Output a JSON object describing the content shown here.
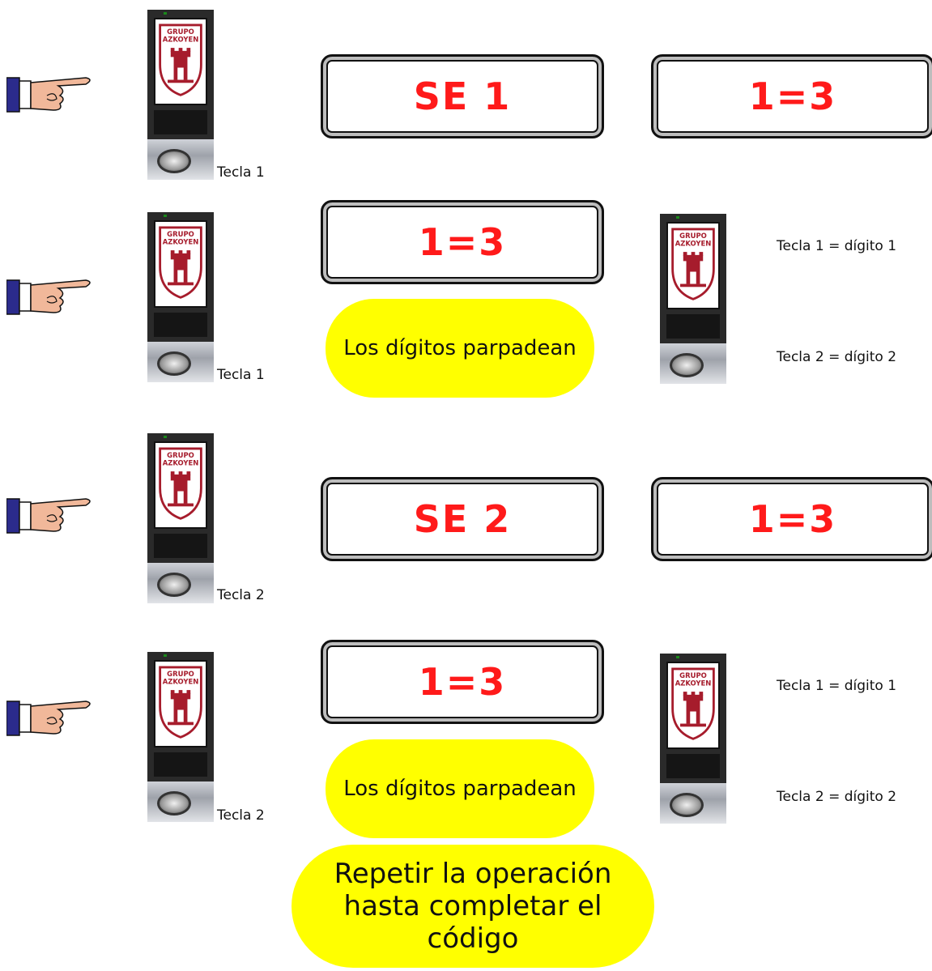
{
  "rows": [
    {
      "key_label": "Tecla 1",
      "display_main": "SE 1",
      "display_result": "1=3"
    },
    {
      "key_label": "Tecla 1",
      "display_main": "1=3",
      "note": "Los dígitos parpadean",
      "legend_1": "Tecla 1 = dígito 1",
      "legend_2": "Tecla 2 = dígito 2"
    },
    {
      "key_label": "Tecla 2",
      "display_main": "SE 2",
      "display_result": "1=3"
    },
    {
      "key_label": "Tecla 2",
      "display_main": "1=3",
      "note": "Los dígitos parpadean",
      "legend_1": "Tecla 1 = dígito 1",
      "legend_2": "Tecla 2 = dígito 2"
    }
  ],
  "final_note": "Repetir la operación hasta completar el código",
  "brand": {
    "line1": "GRUPO",
    "line2": "AZKOYEN"
  },
  "colors": {
    "display_text": "#ff1a1a",
    "note_fill": "#ffff00",
    "logo_red": "#a61c2c"
  }
}
